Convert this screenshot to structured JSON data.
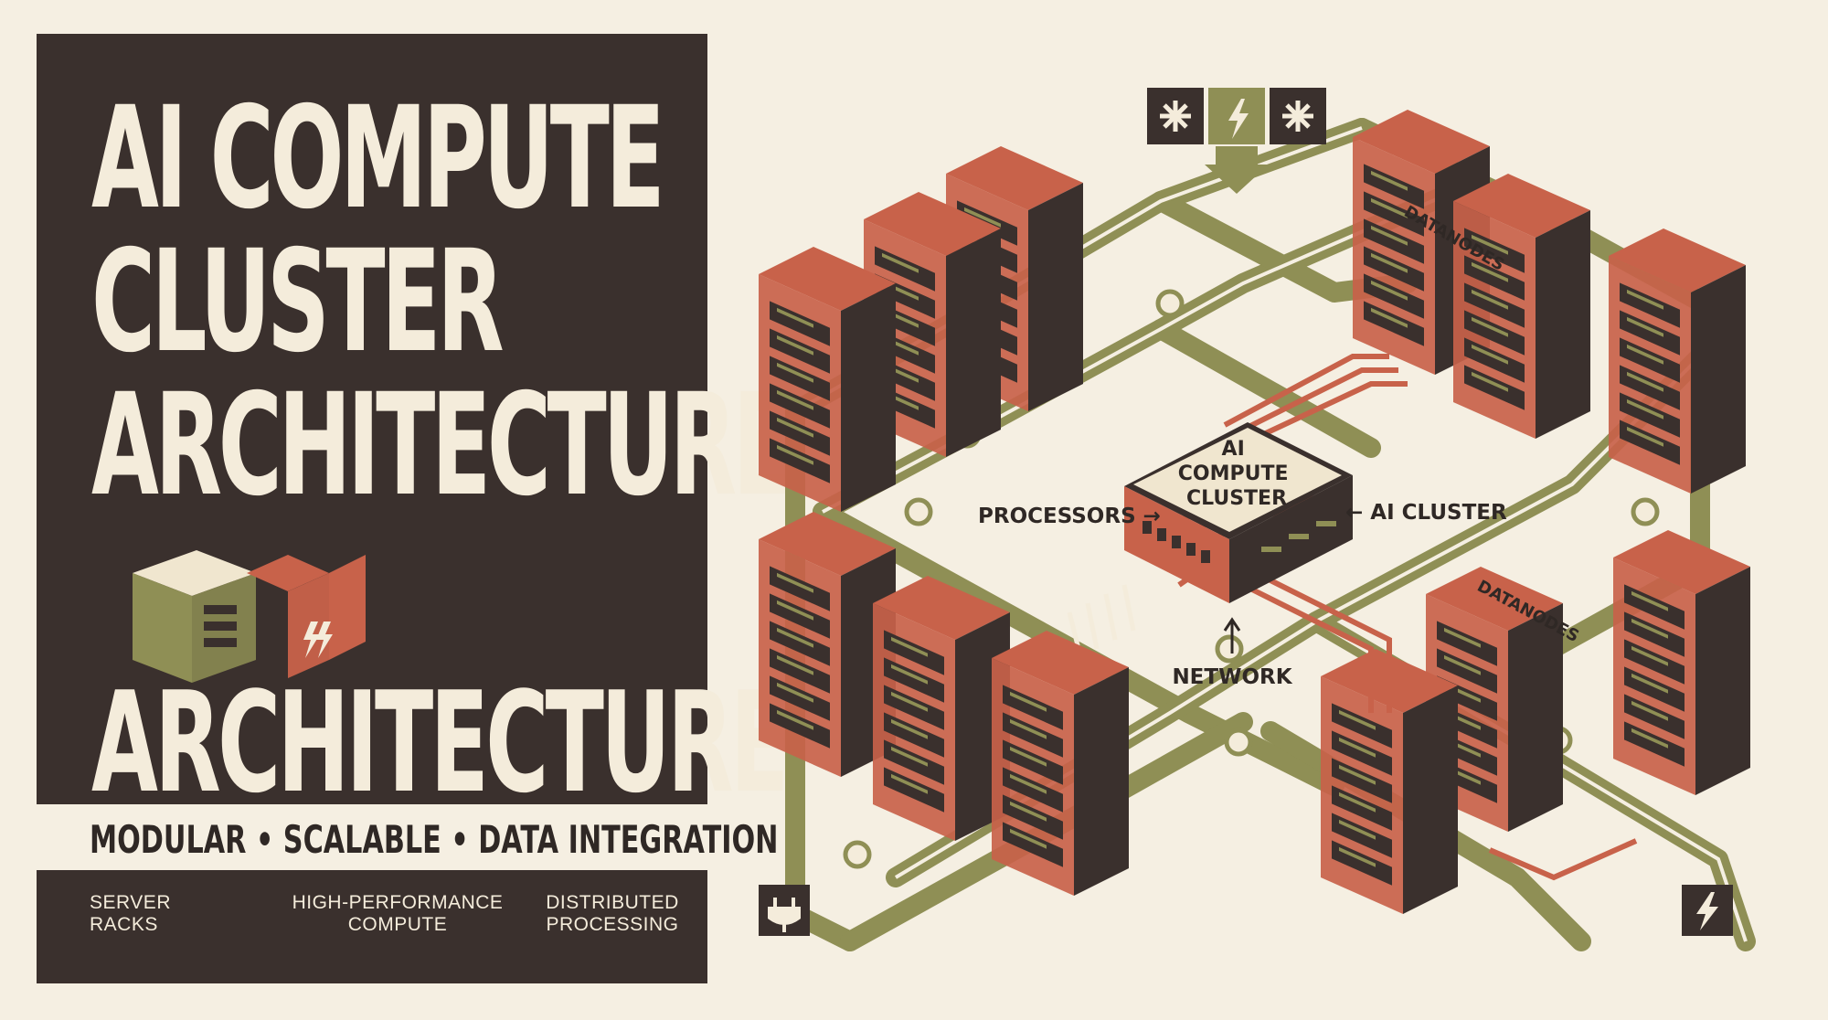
{
  "title": {
    "lines": [
      "AI COMPUTE",
      "CLUSTER",
      "ARCHITECTURE"
    ],
    "subtitle": "ARCHITECTURE"
  },
  "tagline": "MODULAR • SCALABLE • DATA INTEGRATION",
  "features": [
    {
      "label": "SERVER\nRACKS"
    },
    {
      "label": "HIGH-PERFORMANCE\nCOMPUTE"
    },
    {
      "label": "DISTRIBUTED\nPROCESSING"
    }
  ],
  "diagram": {
    "hub_label": [
      "AI",
      "COMPUTE",
      "CLUSTER"
    ],
    "processors_label": "PROCESSORS →",
    "ai_cluster_label": "← AI CLUSTER",
    "network_label": "NETWORK",
    "datanodes_label_top": "DATANODES",
    "datanodes_label_bottom": "DATANODES",
    "corner_icons": [
      "plug-icon",
      "lightning-icon"
    ],
    "top_icons": [
      "asterisk-icon",
      "lightning-icon",
      "asterisk-icon"
    ]
  },
  "colors": {
    "dark": "#3a302d",
    "cream": "#f4ecdb",
    "terracotta": "#c8624a",
    "olive": "#8f8f55",
    "background": "#f5efe2"
  }
}
